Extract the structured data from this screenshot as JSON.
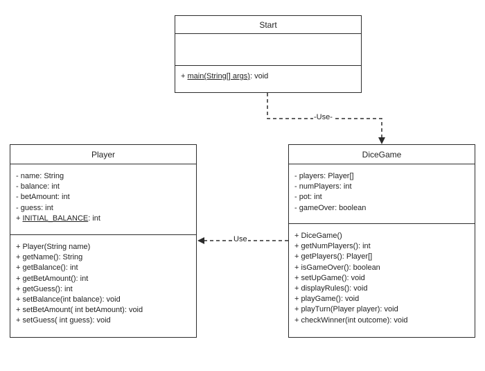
{
  "classes": {
    "start": {
      "name": "Start",
      "attributes": [],
      "operations": [
        {
          "prefix": "+ ",
          "underlined": "main(String[] args)",
          "suffix": ": void"
        }
      ]
    },
    "player": {
      "name": "Player",
      "attributes": [
        {
          "prefix": "- name: String",
          "underlined": "",
          "suffix": ""
        },
        {
          "prefix": "- balance: int",
          "underlined": "",
          "suffix": ""
        },
        {
          "prefix": "- betAmount: int",
          "underlined": "",
          "suffix": ""
        },
        {
          "prefix": "- guess: int",
          "underlined": "",
          "suffix": ""
        },
        {
          "prefix": "+ ",
          "underlined": "INITIAL_BALANCE",
          "suffix": ": int"
        }
      ],
      "operations": [
        {
          "prefix": "+ Player(String name)",
          "underlined": "",
          "suffix": ""
        },
        {
          "prefix": "+ getName(): String",
          "underlined": "",
          "suffix": ""
        },
        {
          "prefix": "+ getBalance(): int",
          "underlined": "",
          "suffix": ""
        },
        {
          "prefix": "+ getBetAmount(): int",
          "underlined": "",
          "suffix": ""
        },
        {
          "prefix": "+ getGuess(): int",
          "underlined": "",
          "suffix": ""
        },
        {
          "prefix": "+ setBalance(int balance): void",
          "underlined": "",
          "suffix": ""
        },
        {
          "prefix": "+ setBetAmount( int betAmount): void",
          "underlined": "",
          "suffix": ""
        },
        {
          "prefix": "+ setGuess( int guess): void",
          "underlined": "",
          "suffix": ""
        }
      ]
    },
    "dicegame": {
      "name": "DiceGame",
      "attributes": [
        {
          "prefix": "- players: Player[]",
          "underlined": "",
          "suffix": ""
        },
        {
          "prefix": "- numPlayers: int",
          "underlined": "",
          "suffix": ""
        },
        {
          "prefix": "- pot: int",
          "underlined": "",
          "suffix": ""
        },
        {
          "prefix": "- gameOver: boolean",
          "underlined": "",
          "suffix": ""
        }
      ],
      "operations": [
        {
          "prefix": "+ DiceGame()",
          "underlined": "",
          "suffix": ""
        },
        {
          "prefix": "+ getNumPlayers(): int",
          "underlined": "",
          "suffix": ""
        },
        {
          "prefix": "+ getPlayers(): Player[]",
          "underlined": "",
          "suffix": ""
        },
        {
          "prefix": "+ isGameOver(): boolean",
          "underlined": "",
          "suffix": ""
        },
        {
          "prefix": "+ setUpGame(): void",
          "underlined": "",
          "suffix": ""
        },
        {
          "prefix": "+ displayRules(): void",
          "underlined": "",
          "suffix": ""
        },
        {
          "prefix": "+ playGame(): void",
          "underlined": "",
          "suffix": ""
        },
        {
          "prefix": "+ playTurn(Player player): void",
          "underlined": "",
          "suffix": ""
        },
        {
          "prefix": "+ checkWinner(int outcome): void",
          "underlined": "",
          "suffix": ""
        }
      ]
    }
  },
  "relations": [
    {
      "from": "Start",
      "to": "DiceGame",
      "label": "-Use-",
      "style": "dashed"
    },
    {
      "from": "DiceGame",
      "to": "Player",
      "label": "Use",
      "style": "dashed"
    }
  ],
  "colors": {
    "line": "#2b2b2b",
    "background": "#ffffff"
  }
}
